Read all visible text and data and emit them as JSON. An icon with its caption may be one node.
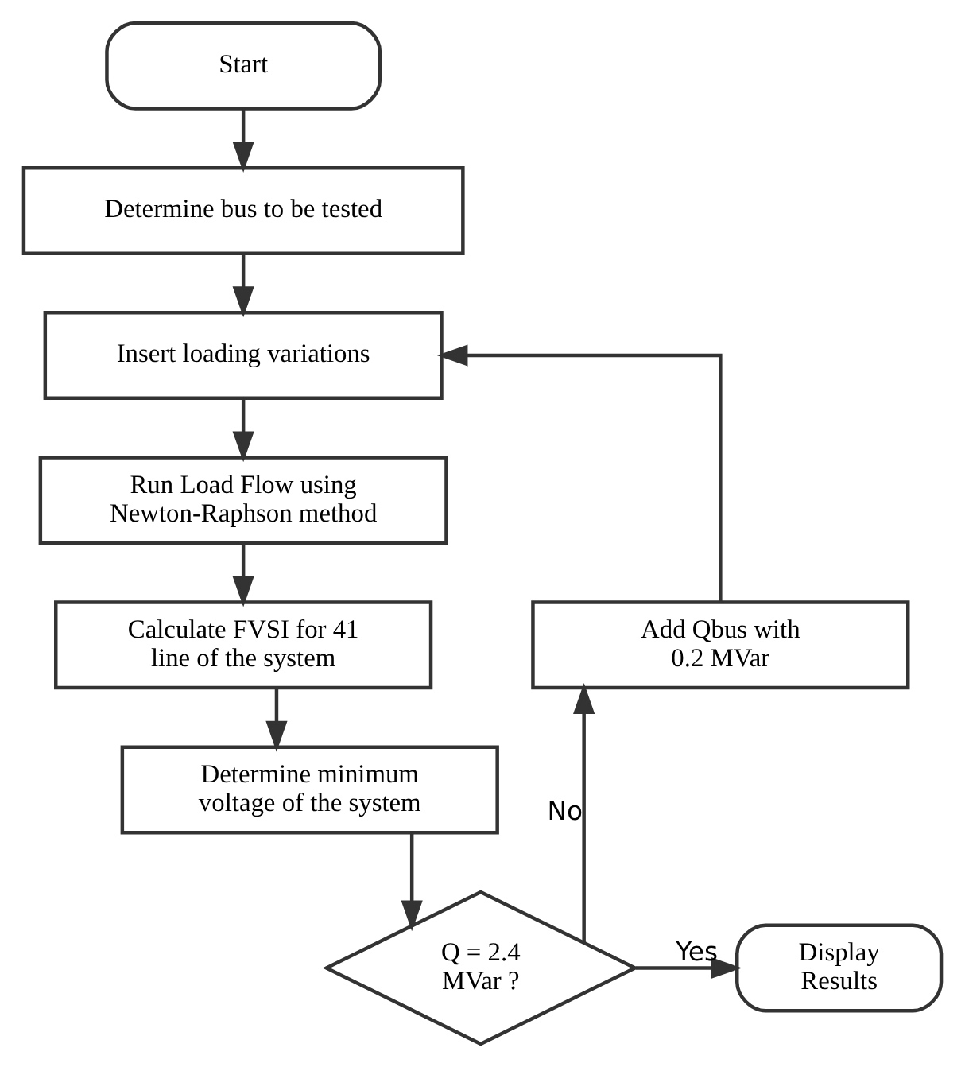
{
  "diagram": {
    "nodes": [
      {
        "text": [
          "Start"
        ]
      },
      {
        "text": [
          "Determine bus to be tested"
        ]
      },
      {
        "text": [
          "Insert loading variations"
        ]
      },
      {
        "text": [
          "Run Load Flow using Newton-Raphson method"
        ]
      },
      {
        "text": [
          "Calculate FVSI for 41 line of the system"
        ]
      },
      {
        "text": [
          "Determine minimum voltage of the system"
        ]
      },
      {
        "text": [
          "Q = 2.4 MVar ?"
        ]
      },
      {
        "text": [
          "Display Results"
        ]
      },
      {
        "text": [
          "Add Qbus with 0.2 MVar"
        ]
      }
    ],
    "edges": [
      {
        "from": 0,
        "to": 1,
        "arrow": "to"
      },
      {
        "from": 1,
        "to": 2,
        "arrow": "to"
      },
      {
        "from": 2,
        "to": 3,
        "arrow": "to"
      },
      {
        "from": 3,
        "to": 4,
        "arrow": "to"
      },
      {
        "from": 4,
        "to": 5,
        "arrow": "to"
      },
      {
        "from": 5,
        "to": 6,
        "arrow": "to"
      },
      {
        "from": 6,
        "to": 7,
        "arrow": "to",
        "label": "Yes"
      },
      {
        "from": 6,
        "to": 8,
        "arrow": "to",
        "label": "No"
      },
      {
        "from": 8,
        "to": 2,
        "arrow": "to"
      }
    ]
  }
}
